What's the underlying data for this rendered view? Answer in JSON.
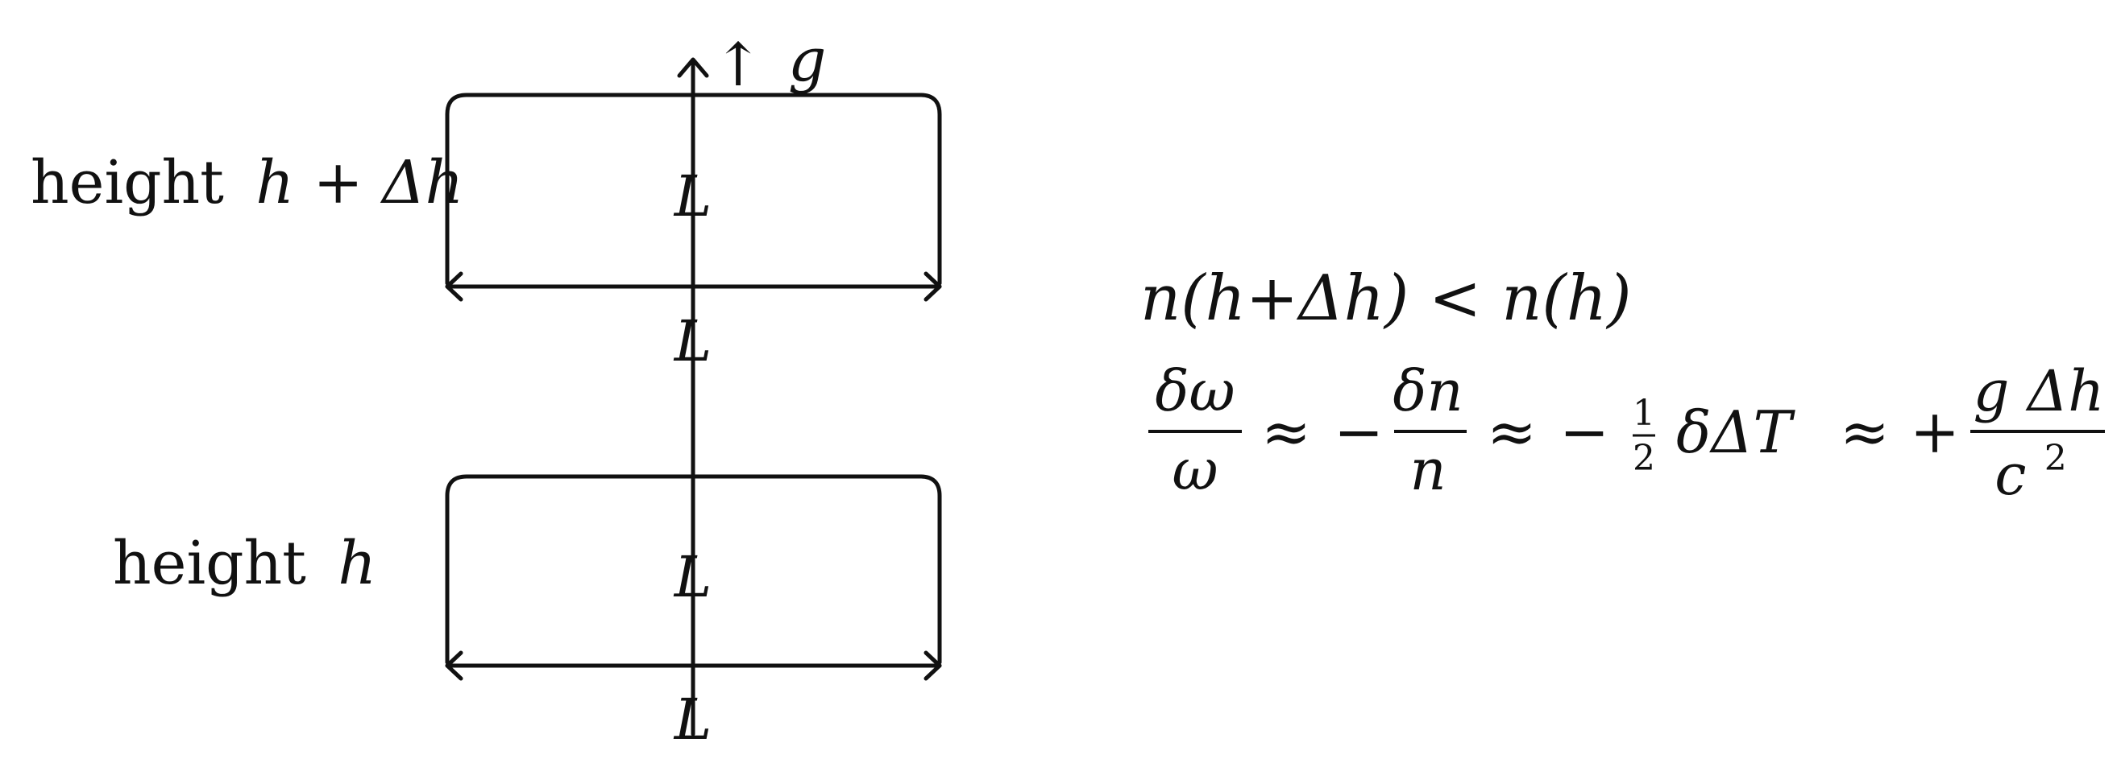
{
  "labels": {
    "top_height_prefix": "height",
    "top_height_var": "h + Δh",
    "bottom_height_prefix": "height",
    "bottom_height_var": "h",
    "gravity_arrow": "↑",
    "gravity_symbol": "g",
    "length": "L"
  },
  "equations": {
    "inequality": "n(h+Δh) < n(h)",
    "delta_omega": "δω",
    "omega": "ω",
    "approx": "≈",
    "minus": "−",
    "plus": "+",
    "delta_n": "δn",
    "n": "n",
    "half_num": "1",
    "half_den": "2",
    "delta_delta_T": "δΔT",
    "g_delta_h": "g Δh",
    "c": "c",
    "c_exp": "2"
  }
}
